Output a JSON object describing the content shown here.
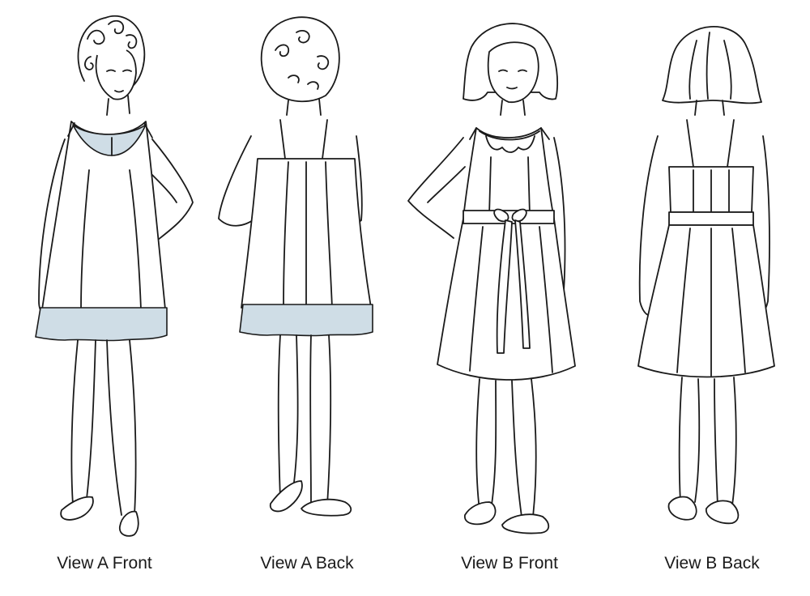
{
  "views": [
    {
      "id": "a-front",
      "label": "View A Front"
    },
    {
      "id": "a-back",
      "label": "View A Back"
    },
    {
      "id": "b-front",
      "label": "View B Front"
    },
    {
      "id": "b-back",
      "label": "View B Back"
    }
  ],
  "colors": {
    "line": "#1a1a1a",
    "accent_fill": "#cfdde6",
    "background": "#ffffff"
  }
}
